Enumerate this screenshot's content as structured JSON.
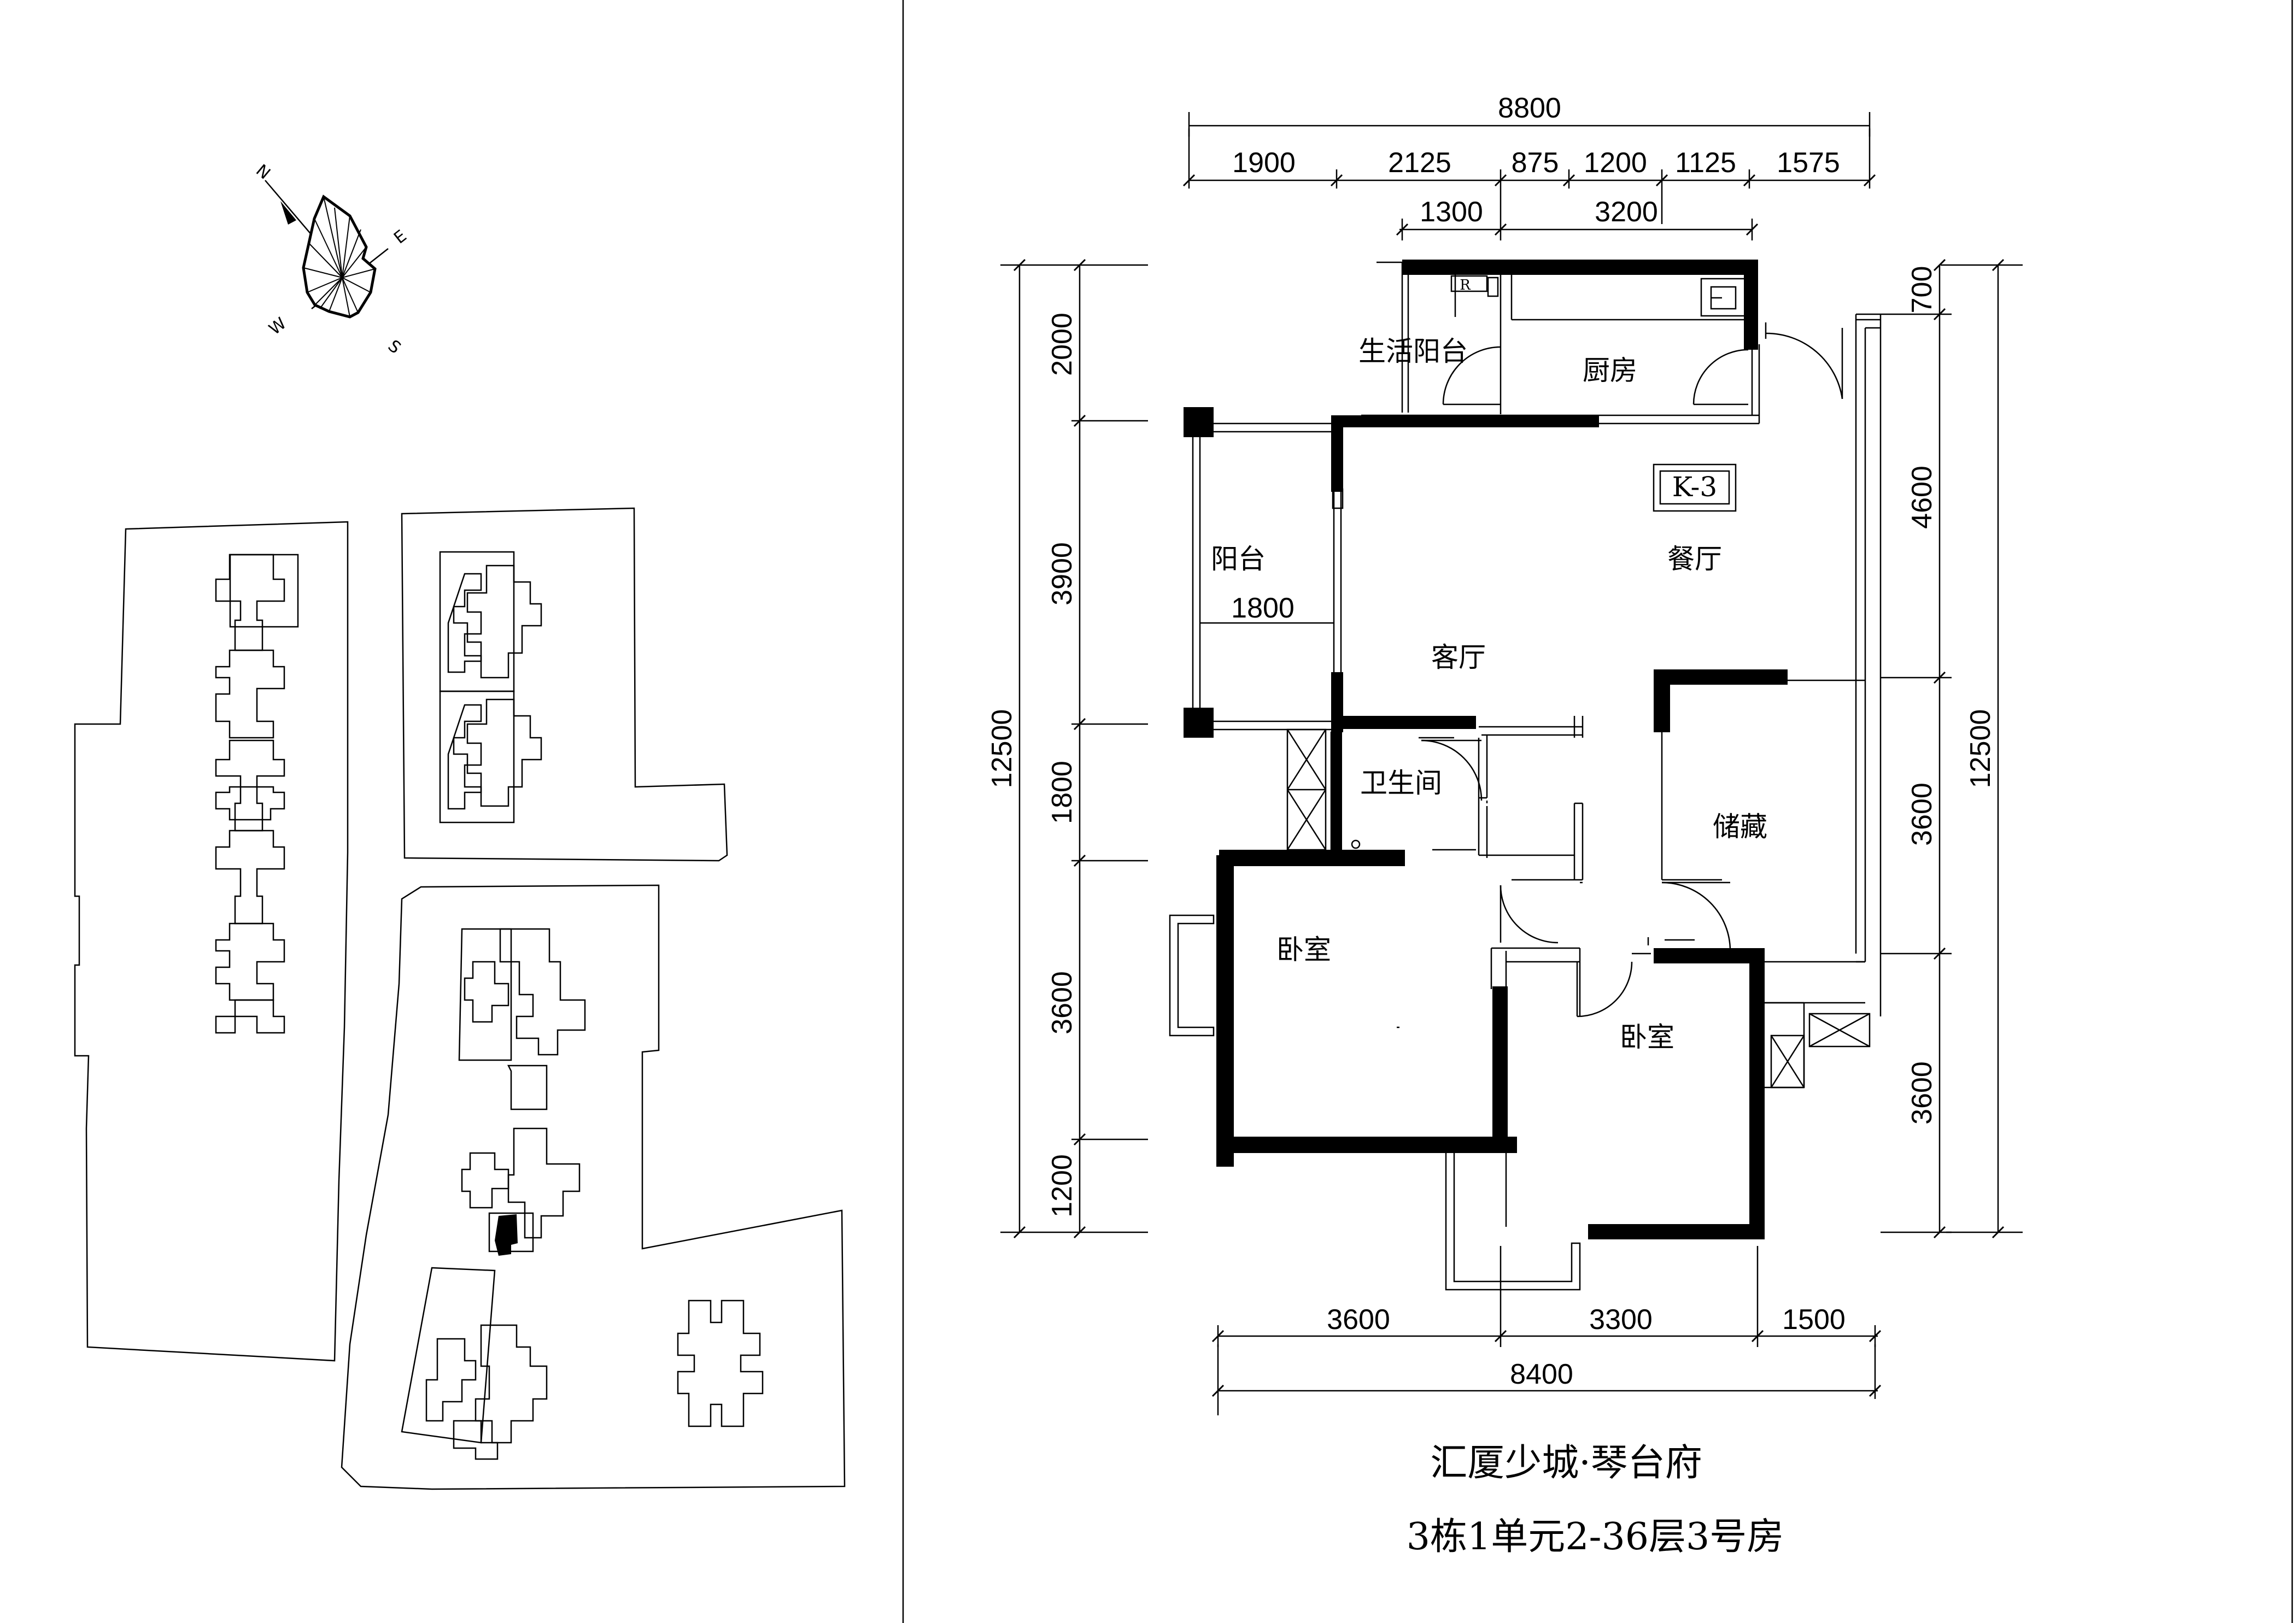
{
  "title": "汇厦少城·琴台府",
  "subtitle": "3栋1单元2-36层3号房",
  "unit_code": "K-3",
  "compass": {
    "n": "N",
    "e": "E",
    "s": "S",
    "w": "W"
  },
  "rooms": {
    "living_balcony": "生活阳台",
    "kitchen": "厨房",
    "balcony": "阳台",
    "dining": "餐厅",
    "living": "客厅",
    "bathroom": "卫生间",
    "storage": "储藏",
    "bedroom_1": "卧室",
    "bedroom_2": "卧室",
    "fridge": "R",
    "balcony_width": "1800"
  },
  "dimensions": {
    "top_total": "8800",
    "top_segments": [
      "1900",
      "2125",
      "875",
      "1200",
      "1125",
      "1575"
    ],
    "top_inner": [
      "1300",
      "3200"
    ],
    "bottom_segments": [
      "3600",
      "3300",
      "1500"
    ],
    "bottom_total": "8400",
    "left_total": "12500",
    "left_segments": [
      "2000",
      "3900",
      "1800",
      "3600",
      "1200"
    ],
    "right_total": "12500",
    "right_segments": [
      "700",
      "4600",
      "3600",
      "3600"
    ]
  }
}
